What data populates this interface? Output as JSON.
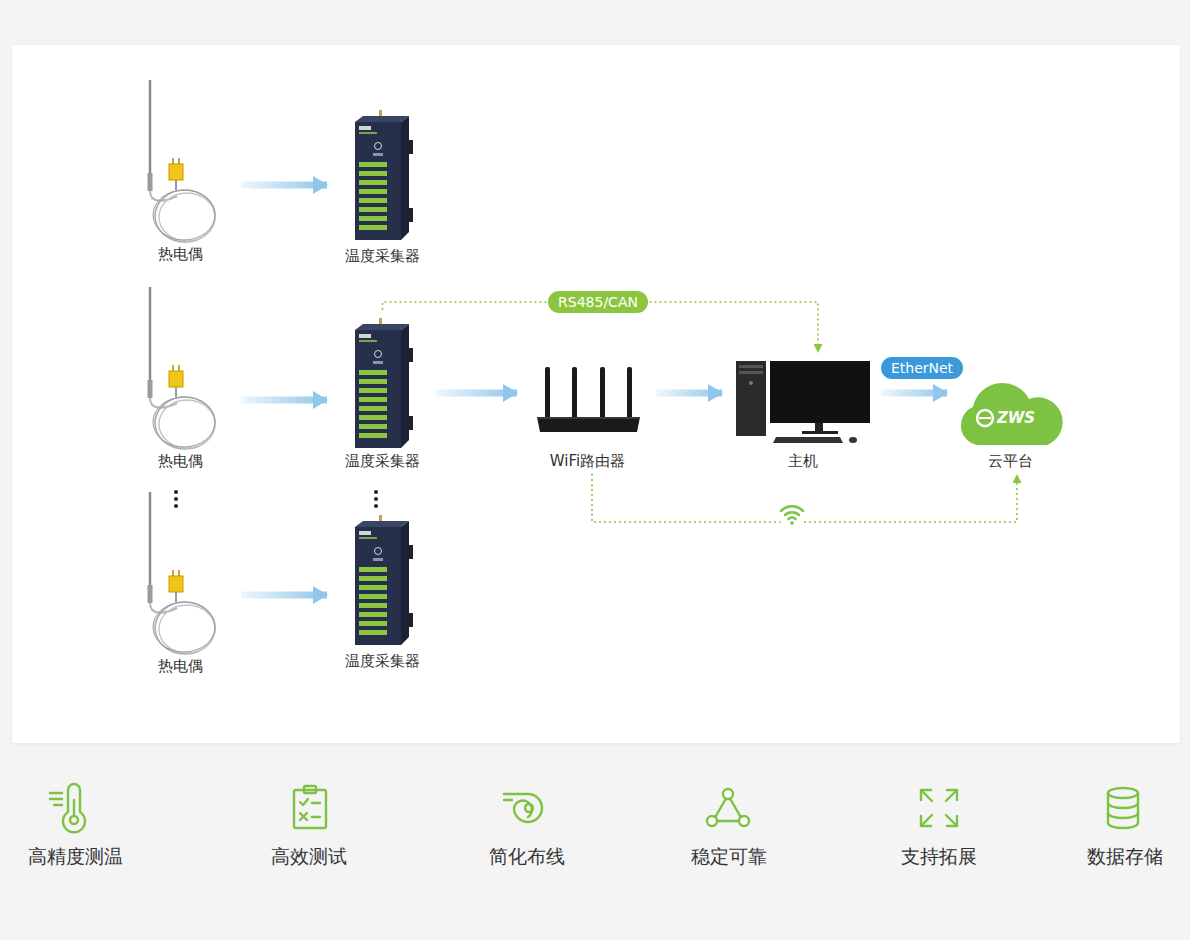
{
  "diagram": {
    "nodes": [
      {
        "text": [
          "热电偶"
        ]
      },
      {
        "text": [
          "温度采集器"
        ]
      },
      {
        "text": [
          "热电偶"
        ]
      },
      {
        "text": [
          "温度采集器"
        ]
      },
      {
        "text": [
          "WiFi路由器"
        ]
      },
      {
        "text": [
          "主机"
        ]
      },
      {
        "text": [
          "云平台"
        ]
      },
      {
        "text": [
          "热电偶"
        ]
      },
      {
        "text": [
          "温度采集器"
        ]
      }
    ],
    "edges": [
      {
        "from": 0,
        "to": 1,
        "arrow": "to"
      },
      {
        "from": 2,
        "to": 3,
        "arrow": "to"
      },
      {
        "from": 3,
        "to": 4,
        "arrow": "to"
      },
      {
        "from": 4,
        "to": 5,
        "arrow": "to"
      },
      {
        "from": 5,
        "to": 6,
        "label": "EtherNet",
        "arrow": "to"
      },
      {
        "from": 3,
        "to": 5,
        "label": "RS485/CAN",
        "arrow": "to"
      },
      {
        "from": 4,
        "to": 6,
        "arrow": "to"
      },
      {
        "from": 7,
        "to": 8,
        "arrow": "to"
      }
    ],
    "labels": [
      "ZWS",
      "高精度测温",
      "高效测试",
      "简化布线",
      "稳定可靠",
      "支持拓展",
      "数据存储"
    ]
  }
}
